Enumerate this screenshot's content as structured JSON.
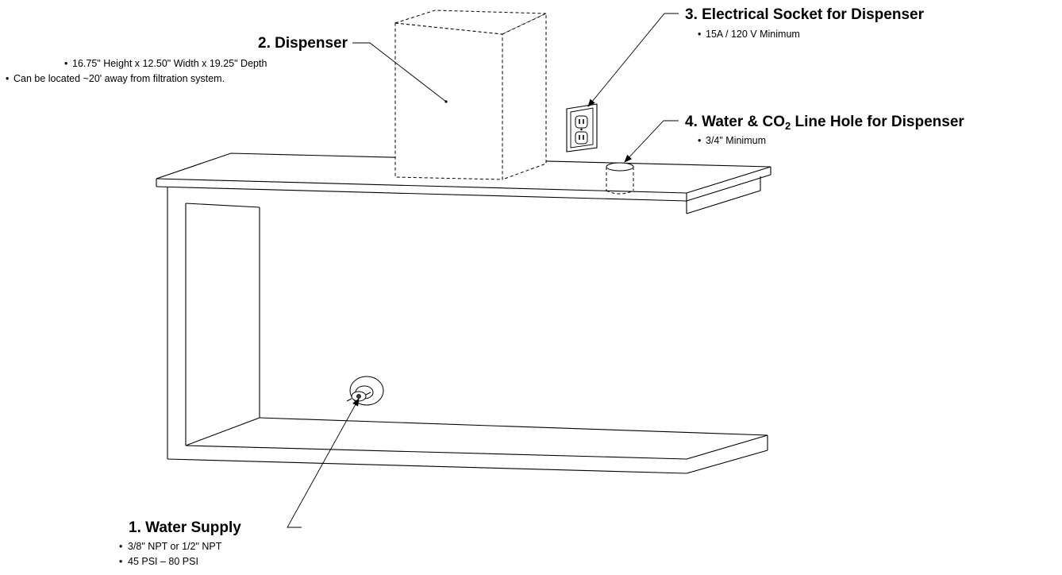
{
  "callouts": {
    "water_supply": {
      "title": "1. Water Supply",
      "bullets": [
        "3/8\" NPT or 1/2\" NPT",
        "45 PSI – 80 PSI"
      ]
    },
    "dispenser": {
      "title": "2. Dispenser",
      "bullets": [
        "16.75\" Height x 12.50\" Width x 19.25\" Depth",
        "Can be located ~20' away from filtration system."
      ]
    },
    "electrical_socket": {
      "title": "3. Electrical Socket for Dispenser",
      "bullets": [
        "15A / 120 V Minimum"
      ]
    },
    "line_hole": {
      "title_prefix": "4. Water & CO",
      "title_subscript": "2",
      "title_suffix": " Line Hole for Dispenser",
      "bullets": [
        "3/4\" Minimum"
      ]
    }
  },
  "bullet_symbol": "•"
}
